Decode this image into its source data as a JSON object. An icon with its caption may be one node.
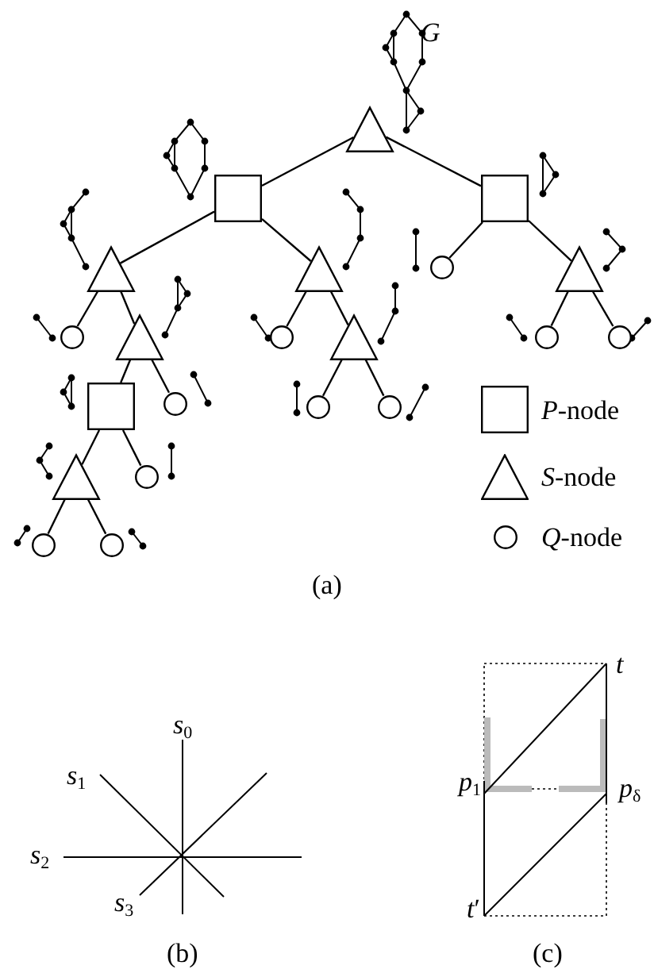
{
  "diagram": {
    "nodes": [
      {
        "text": [],
        "shape": "triangle"
      },
      {
        "text": [],
        "shape": "box"
      },
      {
        "text": [],
        "shape": "box"
      },
      {
        "text": [],
        "shape": "triangle"
      },
      {
        "text": [],
        "shape": "triangle"
      },
      {
        "text": [],
        "shape": "circle"
      },
      {
        "text": [],
        "shape": "triangle"
      },
      {
        "text": [],
        "shape": "circle"
      },
      {
        "text": [],
        "shape": "triangle"
      },
      {
        "text": [],
        "shape": "circle"
      },
      {
        "text": [],
        "shape": "triangle"
      },
      {
        "text": [],
        "shape": "circle"
      },
      {
        "text": [],
        "shape": "circle"
      },
      {
        "text": [],
        "shape": "box"
      },
      {
        "text": [],
        "shape": "circle"
      },
      {
        "text": [],
        "shape": "circle"
      },
      {
        "text": [],
        "shape": "circle"
      },
      {
        "text": [],
        "shape": "triangle"
      },
      {
        "text": [],
        "shape": "circle"
      },
      {
        "text": [],
        "shape": "circle"
      },
      {
        "text": [],
        "shape": "circle"
      }
    ],
    "edges": [
      {
        "from": 0,
        "to": 1,
        "arrow": "none"
      },
      {
        "from": 0,
        "to": 2,
        "arrow": "none"
      },
      {
        "from": 1,
        "to": 3,
        "arrow": "none"
      },
      {
        "from": 1,
        "to": 4,
        "arrow": "none"
      },
      {
        "from": 2,
        "to": 5,
        "arrow": "none"
      },
      {
        "from": 2,
        "to": 6,
        "arrow": "none"
      },
      {
        "from": 3,
        "to": 7,
        "arrow": "none"
      },
      {
        "from": 3,
        "to": 8,
        "arrow": "none"
      },
      {
        "from": 4,
        "to": 9,
        "arrow": "none"
      },
      {
        "from": 4,
        "to": 10,
        "arrow": "none"
      },
      {
        "from": 6,
        "to": 11,
        "arrow": "none"
      },
      {
        "from": 6,
        "to": 12,
        "arrow": "none"
      },
      {
        "from": 8,
        "to": 13,
        "arrow": "none"
      },
      {
        "from": 8,
        "to": 14,
        "arrow": "none"
      },
      {
        "from": 10,
        "to": 15,
        "arrow": "none"
      },
      {
        "from": 10,
        "to": 16,
        "arrow": "none"
      },
      {
        "from": 13,
        "to": 17,
        "arrow": "none"
      },
      {
        "from": 13,
        "to": 18,
        "arrow": "none"
      },
      {
        "from": 17,
        "to": 19,
        "arrow": "none"
      },
      {
        "from": 17,
        "to": 20,
        "arrow": "none"
      }
    ],
    "labels": [
      "G",
      "(a)",
      "*s*$_{0}$",
      "*t*",
      "*s*$_{1}$",
      "*p*$_{1}$",
      "*p*$_{δ}$",
      "*s*$_{2}$",
      "*s*$_{3}$",
      "*t*′",
      "(b)",
      "(c)"
    ],
    "legend": [
      {
        "text": "*P*-node"
      },
      {
        "text": "*S*-node"
      },
      {
        "text": "*Q*-node"
      }
    ]
  }
}
